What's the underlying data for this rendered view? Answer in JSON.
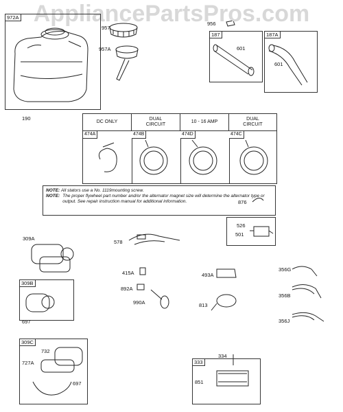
{
  "watermark": "AppliancePartsPros.com",
  "parts": {
    "p972A": "972A",
    "p957": "957",
    "p957A": "957A",
    "p956": "956",
    "p187": "187",
    "p187A": "187A",
    "p601a": "601",
    "p601b": "601",
    "p190": "190",
    "p876": "876",
    "p526": "526",
    "p501": "501",
    "p309A": "309A",
    "p578": "578",
    "p415A": "415A",
    "p892A": "892A",
    "p990A": "990A",
    "p493A": "493A",
    "p356G": "356G",
    "p356B": "356B",
    "p356J": "356J",
    "p813": "813",
    "p309B": "309B",
    "p697a": "697",
    "p309C": "309C",
    "p732": "732",
    "p727A": "727A",
    "p697b": "697",
    "p333": "333",
    "p334": "334",
    "p851": "851"
  },
  "stator_table": {
    "columns": [
      {
        "heading": "DC ONLY",
        "part": "474A"
      },
      {
        "heading": "DUAL\nCIRCUIT",
        "part": "474B"
      },
      {
        "heading": "10 - 16 AMP",
        "part": "474D"
      },
      {
        "heading": "DUAL\nCIRCUIT",
        "part": "474C"
      }
    ]
  },
  "note": {
    "label1": "NOTE:",
    "text1": "All stators use a No. 1119mounting screw.",
    "label2": "NOTE:",
    "text2": "The proper flywheel part number and/or the alternator magnet size will determine the alternator type or output. See repair instruction manual for additional information."
  }
}
